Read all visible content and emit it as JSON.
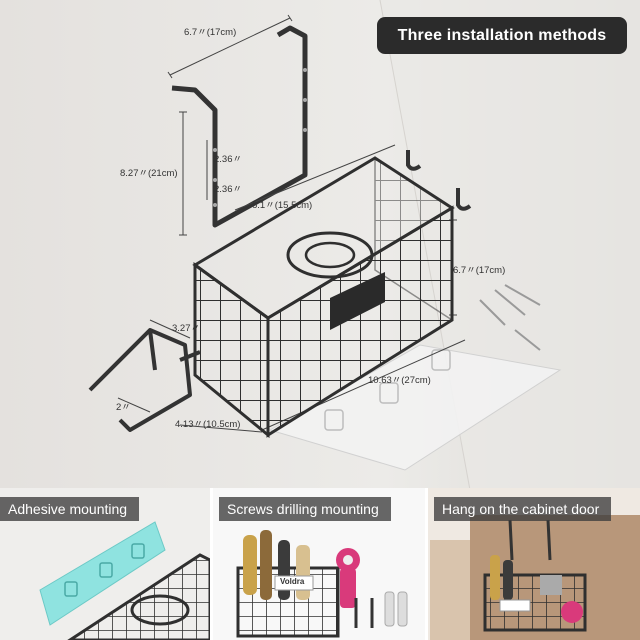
{
  "title": "Three installation methods",
  "dimensions": {
    "top_width": "6.7〃(17cm)",
    "hook_height": "8.27〃(21cm)",
    "hole_gap_upper": "2.36〃",
    "hole_gap_lower": "2.36〃",
    "inner_width": "6.1〃(15.5cm)",
    "basket_height": "6.7〃(17cm)",
    "hook_depth": "3.27〃",
    "hook_gap": "2〃",
    "basket_length": "10.63〃(27cm)",
    "basket_depth": "4.13〃(10.5cm)"
  },
  "methods": [
    {
      "label": "Adhesive mounting"
    },
    {
      "label": "Screws drilling mounting"
    },
    {
      "label": "Hang on the cabinet door"
    }
  ],
  "product_tag": "Voldra",
  "colors": {
    "badge_bg": "#2b2b2b",
    "wire": "#2f2f2f",
    "wall": "#e7e4e1",
    "adhesive_strip": "#8fe3e0",
    "dryer_pink": "#d93a7b",
    "cabinet_wood": "#b8977a"
  }
}
